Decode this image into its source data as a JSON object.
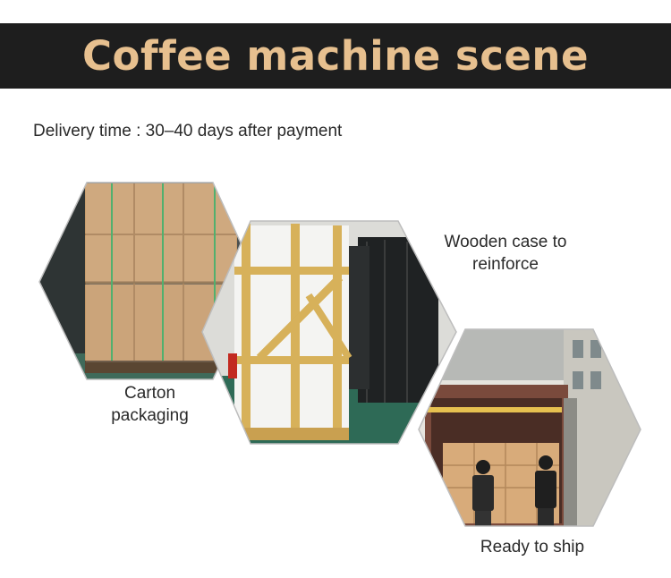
{
  "banner": {
    "title": "Coffee machine scene"
  },
  "delivery_text": "Delivery time : 30–40 days after payment",
  "captions": {
    "wooden_case": "Wooden case to reinforce",
    "carton": "Carton packaging",
    "ready": "Ready to ship"
  },
  "colors": {
    "banner_bg": "#1e1e1e",
    "banner_text": "#e7c08f",
    "body_text": "#2a2a2a"
  }
}
